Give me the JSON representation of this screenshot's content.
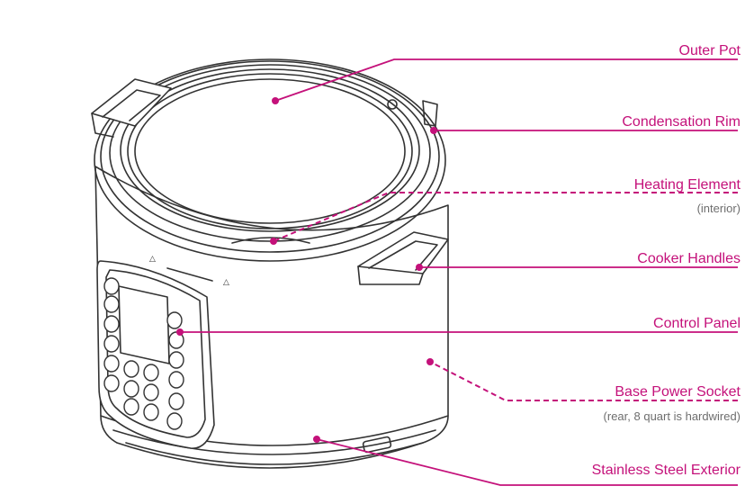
{
  "diagram": {
    "accent_color": "#c4117a",
    "outline_color": "#333333",
    "callouts": [
      {
        "id": "outer-pot",
        "label": "Outer Pot",
        "note": ""
      },
      {
        "id": "condensation-rim",
        "label": "Condensation Rim",
        "note": ""
      },
      {
        "id": "heating-element",
        "label": "Heating Element",
        "note": "(interior)"
      },
      {
        "id": "cooker-handles",
        "label": "Cooker Handles",
        "note": ""
      },
      {
        "id": "control-panel",
        "label": "Control Panel",
        "note": ""
      },
      {
        "id": "base-power-socket",
        "label": "Base Power Socket",
        "note": "(rear, 8 quart is hardwired)"
      },
      {
        "id": "stainless-steel-exterior",
        "label": "Stainless Steel Exterior",
        "note": ""
      }
    ]
  }
}
